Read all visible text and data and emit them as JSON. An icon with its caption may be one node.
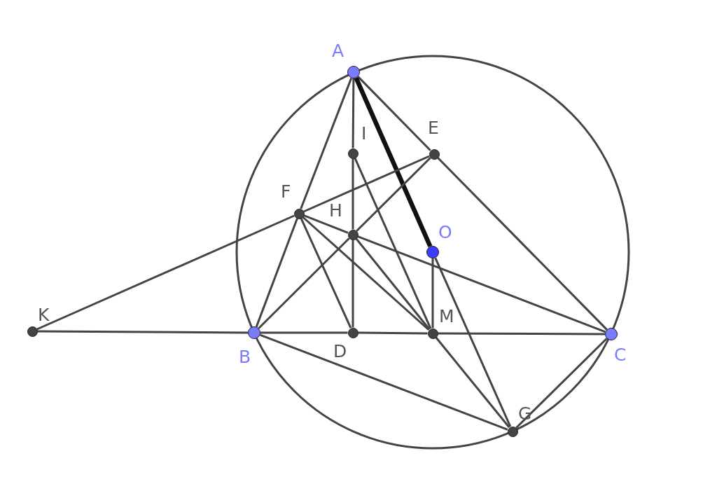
{
  "diagram": {
    "nodes": [
      {
        "text": [],
        "shape": "circle",
        "beside": [
          "A"
        ]
      },
      {
        "text": [],
        "shape": "circle",
        "beside": [
          "I"
        ]
      },
      {
        "text": [],
        "shape": "circle",
        "beside": [
          "E"
        ]
      },
      {
        "text": [],
        "shape": "circle",
        "beside": [
          "F"
        ]
      },
      {
        "text": [],
        "shape": "circle",
        "beside": [
          "H"
        ]
      },
      {
        "text": [],
        "shape": "circle",
        "beside": [
          "O"
        ]
      },
      {
        "text": [],
        "shape": "circle",
        "beside": [
          "K"
        ]
      },
      {
        "text": [],
        "shape": "circle",
        "beside": [
          "M"
        ]
      },
      {
        "text": [],
        "shape": "circle",
        "beside": [
          "B"
        ]
      },
      {
        "text": [],
        "shape": "circle",
        "beside": [
          "D"
        ]
      },
      {
        "text": [],
        "shape": "circle",
        "beside": [
          "C"
        ]
      },
      {
        "text": [],
        "shape": "circle",
        "beside": [
          "G"
        ]
      }
    ],
    "edges": [
      {
        "from": 0,
        "to": 1,
        "arrow": "none"
      },
      {
        "from": 1,
        "to": 4,
        "arrow": "none"
      },
      {
        "from": 4,
        "to": 9,
        "arrow": "none"
      },
      {
        "from": 0,
        "to": 3,
        "arrow": "none"
      },
      {
        "from": 3,
        "to": 8,
        "arrow": "none"
      },
      {
        "from": 0,
        "to": 2,
        "arrow": "none"
      },
      {
        "from": 2,
        "to": 10,
        "arrow": "none"
      },
      {
        "from": 0,
        "to": 5,
        "arrow": "none",
        "style": "thick",
        "color": "#111111"
      },
      {
        "from": 6,
        "to": 8,
        "arrow": "none"
      },
      {
        "from": 8,
        "to": 9,
        "arrow": "none"
      },
      {
        "from": 9,
        "to": 7,
        "arrow": "none"
      },
      {
        "from": 7,
        "to": 10,
        "arrow": "none"
      },
      {
        "from": 6,
        "to": 3,
        "arrow": "none"
      },
      {
        "from": 3,
        "to": 2,
        "arrow": "none"
      },
      {
        "from": 8,
        "to": 4,
        "arrow": "none"
      },
      {
        "from": 4,
        "to": 2,
        "arrow": "none"
      },
      {
        "from": 3,
        "to": 4,
        "arrow": "none"
      },
      {
        "from": 4,
        "to": 10,
        "arrow": "none"
      },
      {
        "from": 3,
        "to": 9,
        "arrow": "none"
      },
      {
        "from": 3,
        "to": 7,
        "arrow": "none"
      },
      {
        "from": 4,
        "to": 7,
        "arrow": "none"
      },
      {
        "from": 1,
        "to": 7,
        "arrow": "none"
      },
      {
        "from": 5,
        "to": 7,
        "arrow": "none"
      },
      {
        "from": 5,
        "to": 11,
        "arrow": "none"
      },
      {
        "from": 7,
        "to": 11,
        "arrow": "none"
      },
      {
        "from": 8,
        "to": 11,
        "arrow": "none"
      },
      {
        "from": 10,
        "to": 11,
        "arrow": "none"
      }
    ]
  }
}
